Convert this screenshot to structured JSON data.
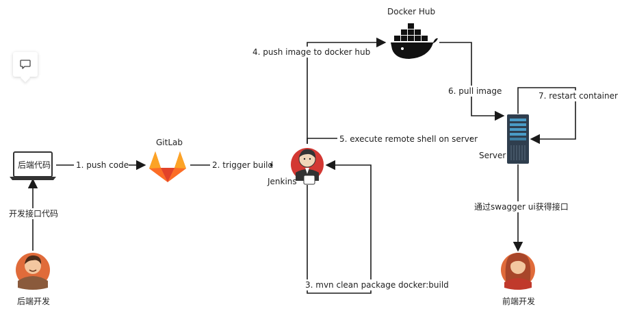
{
  "nodes": {
    "docker_hub": {
      "label": "Docker Hub",
      "icon": "docker-whale-icon"
    },
    "gitlab": {
      "label": "GitLab",
      "icon": "gitlab-fox-icon"
    },
    "jenkins": {
      "label": "Jenkins",
      "icon": "jenkins-butler-icon"
    },
    "server": {
      "label": "Server",
      "icon": "server-rack-icon"
    },
    "laptop": {
      "label": "后端代码",
      "icon": "laptop-icon"
    },
    "backend_dev": {
      "label": "后端开发",
      "icon": "male-developer-avatar"
    },
    "frontend_dev": {
      "label": "前端开发",
      "icon": "female-developer-avatar"
    }
  },
  "edges": {
    "dev_to_laptop": "开发接口代码",
    "push_code": "1. push code",
    "trigger_build": "2. trigger build",
    "mvn_build": "3. mvn clean package docker:build",
    "push_image": "4. push image to docker hub",
    "execute_shell": "5. execute remote shell on server",
    "pull_image": "6. pull image",
    "restart_container": "7. restart container",
    "swagger": "通过swagger ui获得接口"
  },
  "toolbar": {
    "comment_icon": "comment-icon"
  },
  "colors": {
    "line": "#1a1a1a",
    "gitlab_orange": "#fc6d26",
    "gitlab_red": "#e24329",
    "jenkins_red": "#d33833",
    "server_dark": "#2f3e4e",
    "server_blue": "#4a9cc7",
    "avatar_ring": "#e06b3a"
  }
}
